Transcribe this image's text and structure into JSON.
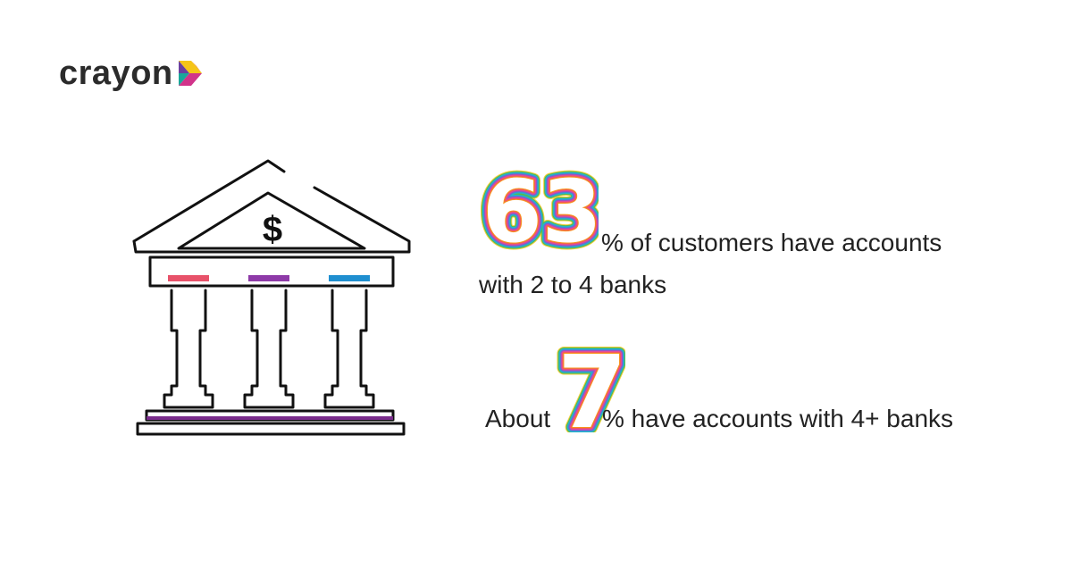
{
  "brand": {
    "name": "crayon",
    "colors": {
      "yellow": "#f5c518",
      "orange": "#f08a24",
      "magenta": "#d1338a",
      "purple": "#6a3fa0",
      "teal": "#19a79a",
      "green": "#5bbf4b"
    }
  },
  "illustration": {
    "icon": "bank-building-icon",
    "symbol": "$",
    "column_caps": [
      "#e8526a",
      "#8e3aa8",
      "#1f8fd0"
    ],
    "base_accent": "#7a2c8c"
  },
  "stats": [
    {
      "number": "63",
      "text": "% of customers have accounts",
      "text_line2": "with 2 to 4 banks"
    },
    {
      "prefix": "About",
      "number": "7",
      "text": "% have accounts with 4+ banks"
    }
  ],
  "rainbow": [
    "#f7941d",
    "#f15a5a",
    "#e24b9a",
    "#9b51c4",
    "#3d8fd6",
    "#25b6c9",
    "#55b94b",
    "#f4d03f"
  ]
}
